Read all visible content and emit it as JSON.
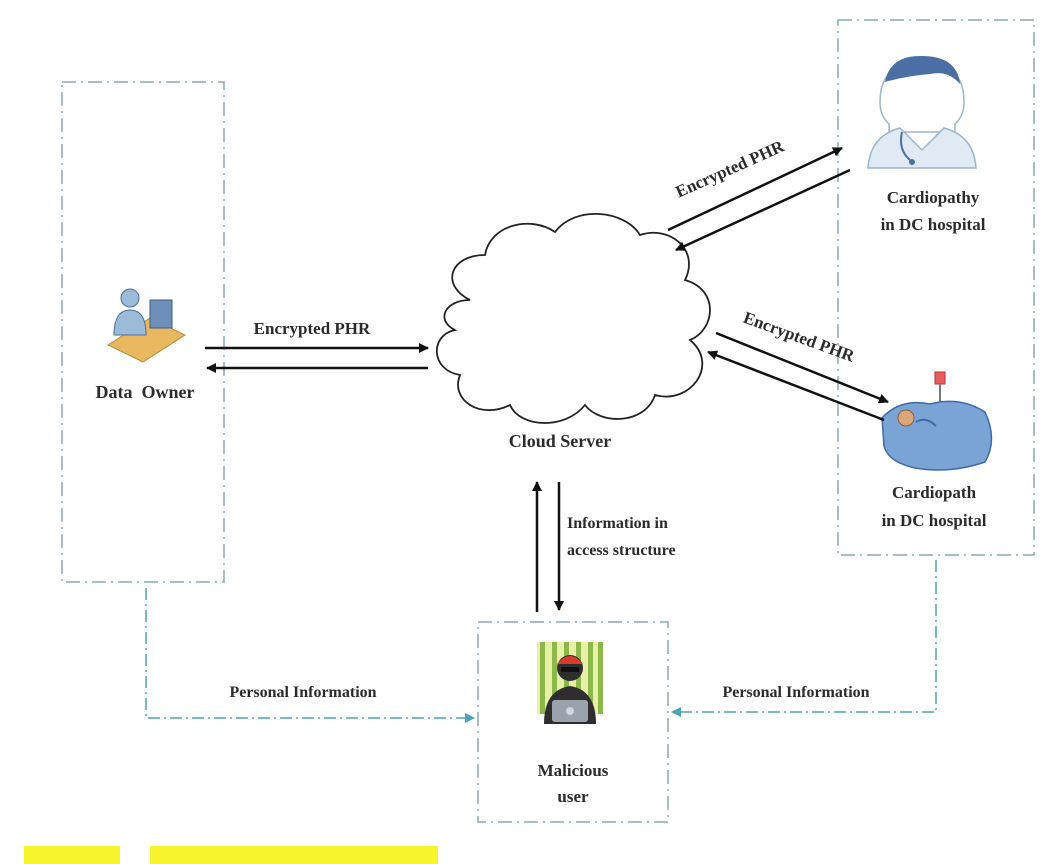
{
  "nodes": {
    "data_owner": {
      "label": "Data  Owner"
    },
    "cloud_server": {
      "label": "Cloud Server"
    },
    "doctor": {
      "label_line1": "Cardiopathy",
      "label_line2": "in DC hospital"
    },
    "patient": {
      "label_line1": "Cardiopath",
      "label_line2": "in DC hospital"
    },
    "malicious_user": {
      "label_line1": "Malicious",
      "label_line2": "user"
    }
  },
  "edges": {
    "owner_cloud": {
      "label": "Encrypted PHR"
    },
    "cloud_doctor": {
      "label": "Encrypted PHR"
    },
    "cloud_patient": {
      "label": "Encrypted PHR"
    },
    "cloud_malicious": {
      "label_line1": "Information in",
      "label_line2": "access structure"
    },
    "owner_malicious": {
      "label": "Personal Information"
    },
    "hospital_malicious": {
      "label": "Personal Information"
    }
  },
  "colors": {
    "dashed_border": "#7fa6b0",
    "arrow": "#111111",
    "dashed_arrow": "#4aa3b8",
    "caption_highlight": "#f7f32c"
  }
}
